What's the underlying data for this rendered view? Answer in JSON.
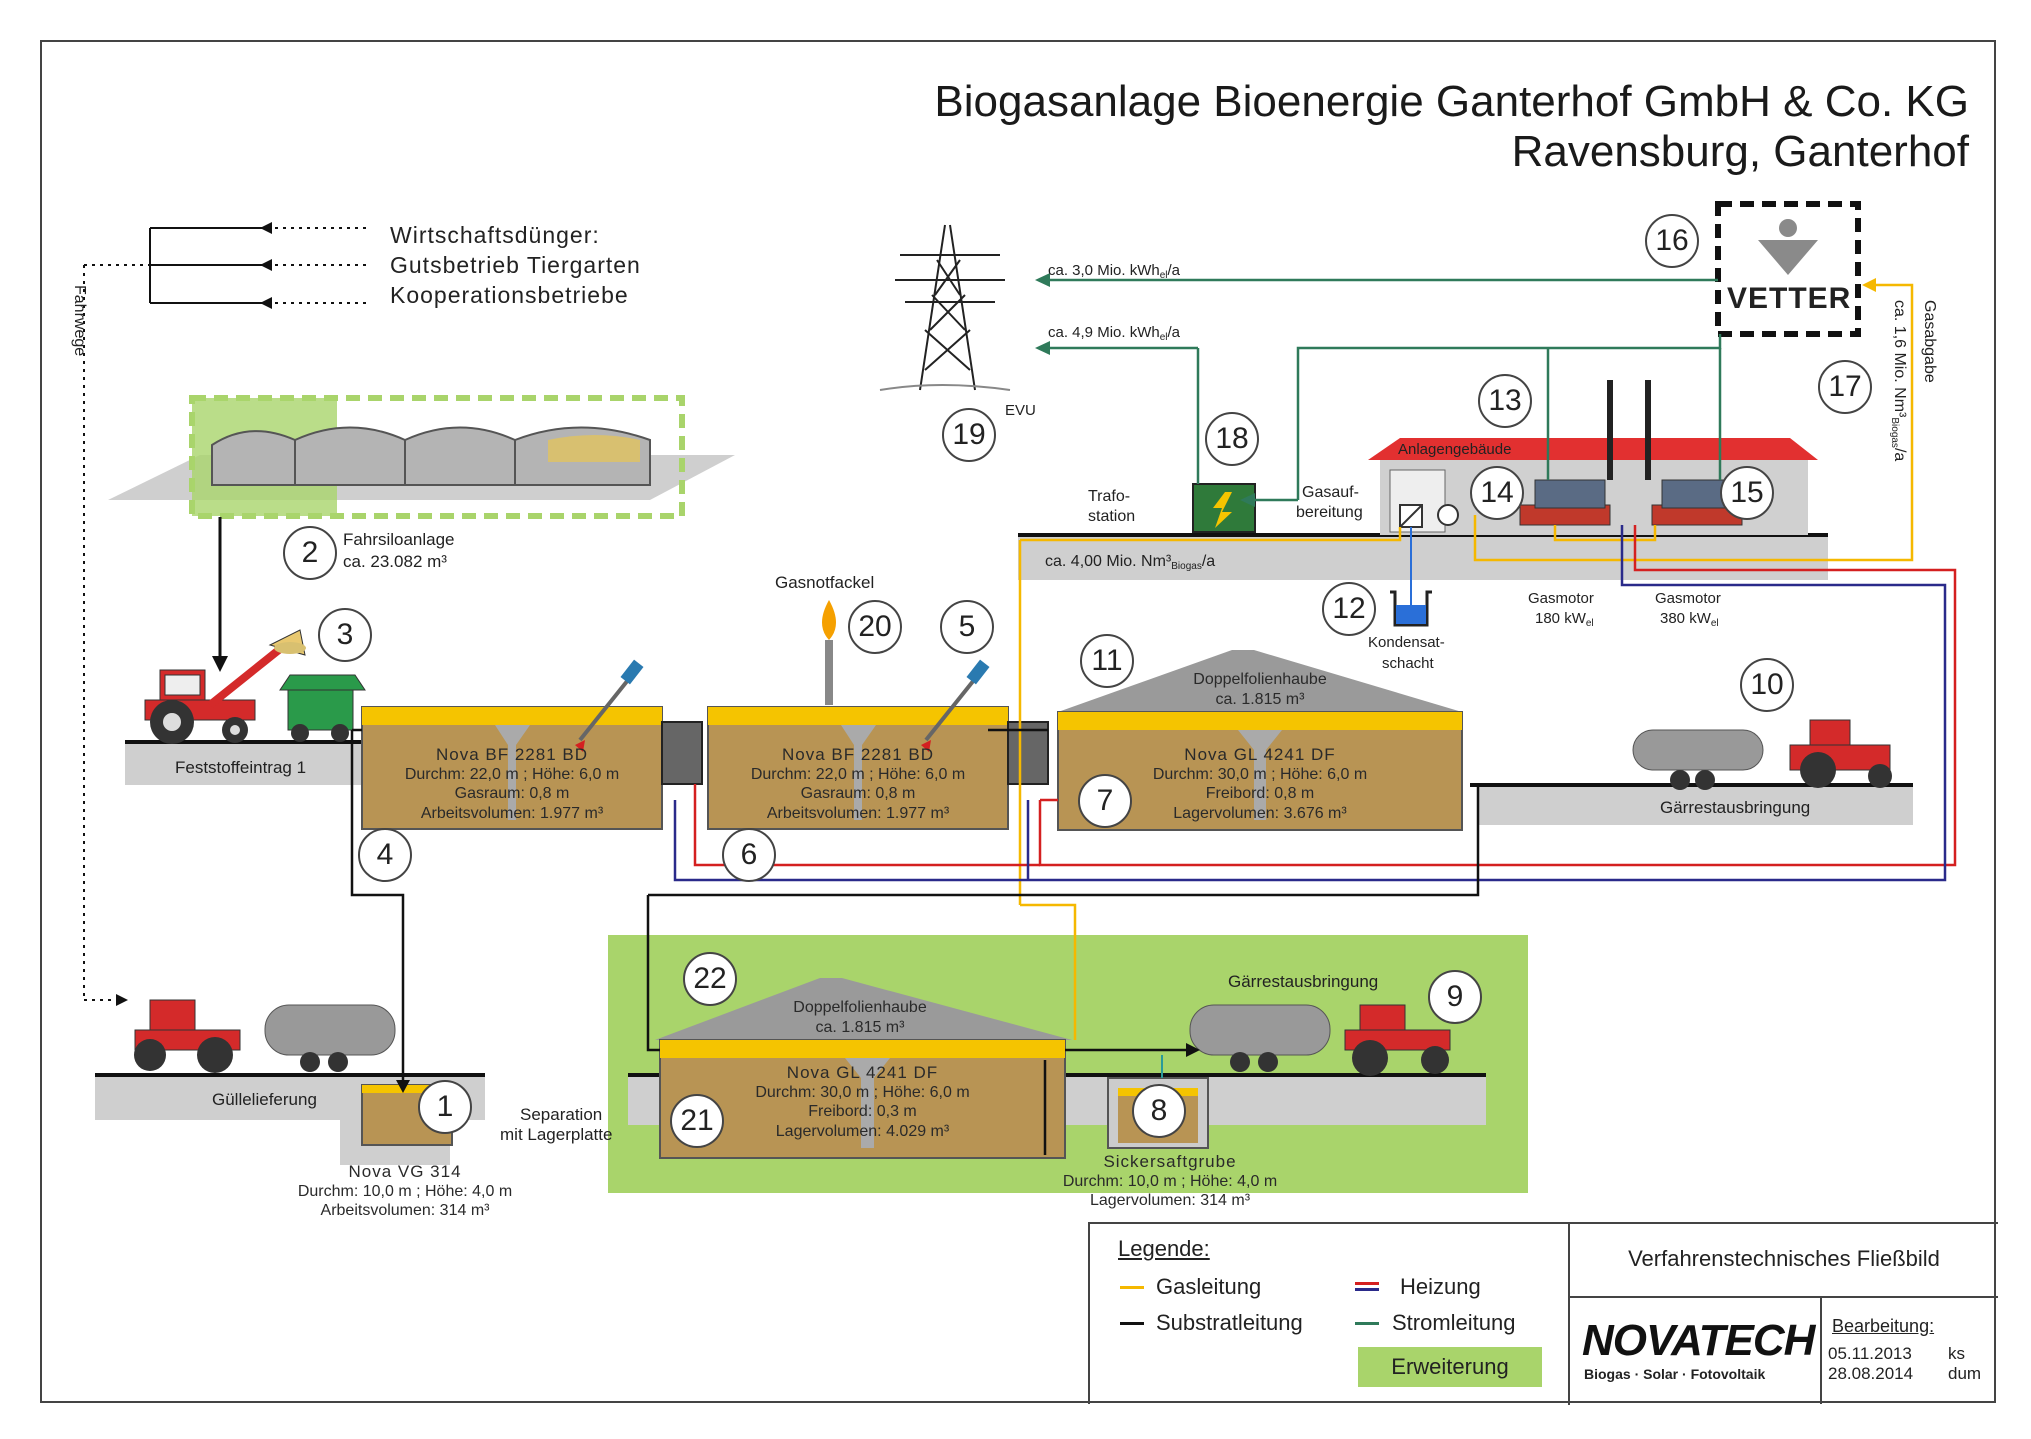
{
  "title": {
    "line1": "Biogasanlage Bioenergie Ganterhof GmbH & Co. KG",
    "line2": "Ravensburg, Ganterhof"
  },
  "inputs": {
    "items": [
      "Wirtschaftsdünger:",
      "Gutsbetrieb Tiergarten",
      "Kooperationsbetriebe"
    ],
    "fahrwege": "Fahrwege"
  },
  "numbers": [
    "1",
    "2",
    "3",
    "4",
    "5",
    "6",
    "7",
    "8",
    "9",
    "10",
    "11",
    "12",
    "13",
    "14",
    "15",
    "16",
    "17",
    "18",
    "19",
    "20",
    "21",
    "22"
  ],
  "labels": {
    "fahrsilo_name": "Fahrsiloanlage",
    "fahrsilo_vol": "ca. 23.082 m³",
    "feststoff": "Feststoffeintrag 1",
    "gasnotfackel": "Gasnotfackel",
    "guelle": "Güllelieferung",
    "separation1": "Separation",
    "separation2": "mit Lagerplatte",
    "gaerrest_right": "Gärrestausbringung",
    "gaerrest_lower": "Gärrestausbringung",
    "evu": "EVU",
    "trafo1": "Trafo-",
    "trafo2": "station",
    "gasauf1": "Gasauf-",
    "gasauf2": "bereitung",
    "anlagengebaeude": "Anlagengebäude",
    "kondensat1": "Kondensat-",
    "kondensat2": "schacht",
    "gasmotor_a": "Gasmotor",
    "gasmotor_a_power": "180 kW",
    "gasmotor_b": "Gasmotor",
    "gasmotor_b_power": "380 kW",
    "el": "el",
    "strom1": "ca. 3,0 Mio. kWh",
    "strom2": "ca. 4,9 Mio. kWh",
    "per_a": "/a",
    "biogas": "ca. 4,00 Mio. Nm³",
    "biogas_sub": "Biogas",
    "gasabgabe": "Gasabgabe",
    "gasabgabe_val": "ca. 1,6 Mio. Nm³",
    "vetter": "VETTER"
  },
  "tanks": {
    "bf1": {
      "name": "Nova BF 2281 BD",
      "l1": "Durchm: 22,0 m ; Höhe: 6,0 m",
      "l2": "Gasraum: 0,8 m",
      "l3": "Arbeitsvolumen: 1.977 m³"
    },
    "bf2": {
      "name": "Nova BF 2281 BD",
      "l1": "Durchm: 22,0 m ; Höhe: 6,0 m",
      "l2": "Gasraum: 0,8 m",
      "l3": "Arbeitsvolumen: 1.977 m³"
    },
    "gl1": {
      "roof1": "Doppelfolienhaube",
      "roof2": "ca. 1.815 m³",
      "name": "Nova GL 4241 DF",
      "l1": "Durchm: 30,0 m ; Höhe: 6,0 m",
      "l2": "Freibord: 0,8 m",
      "l3": "Lagervolumen: 3.676 m³"
    },
    "gl2": {
      "roof1": "Doppelfolienhaube",
      "roof2": "ca. 1.815 m³",
      "name": "Nova GL 4241 DF",
      "l1": "Durchm: 30,0 m ; Höhe: 6,0 m",
      "l2": "Freibord: 0,3 m",
      "l3": "Lagervolumen: 4.029 m³"
    },
    "vg": {
      "name": "Nova VG 314",
      "l1": "Durchm: 10,0 m ; Höhe: 4,0 m",
      "l2": "Arbeitsvolumen: 314 m³"
    },
    "sicker": {
      "name": "Sickersaftgrube",
      "l1": "Durchm: 10,0 m ; Höhe: 4,0 m",
      "l2": "Lagervolumen: 314 m³"
    }
  },
  "legend": {
    "title": "Legende:",
    "gas": "Gasleitung",
    "substrat": "Substratleitung",
    "heizung": "Heizung",
    "strom": "Stromleitung",
    "erweiterung": "Erweiterung"
  },
  "titleblock": {
    "heading": "Verfahrenstechnisches Fließbild",
    "logo": "NOVATECH",
    "logo_sub": "Biogas · Solar · Fotovoltaik",
    "bearbeitung": "Bearbeitung:",
    "d1": "05.11.2013",
    "i1": "ks",
    "d2": "28.08.2014",
    "i2": "dum"
  },
  "colors": {
    "gas": "#f5b800",
    "substrat": "#111111",
    "heizung_warm": "#d42020",
    "heizung_kalt": "#2a2a8a",
    "strom": "#2f7a5a",
    "erweiterung": "#a9d46b",
    "tank_body": "#b89454",
    "roof_red": "#e23030"
  }
}
